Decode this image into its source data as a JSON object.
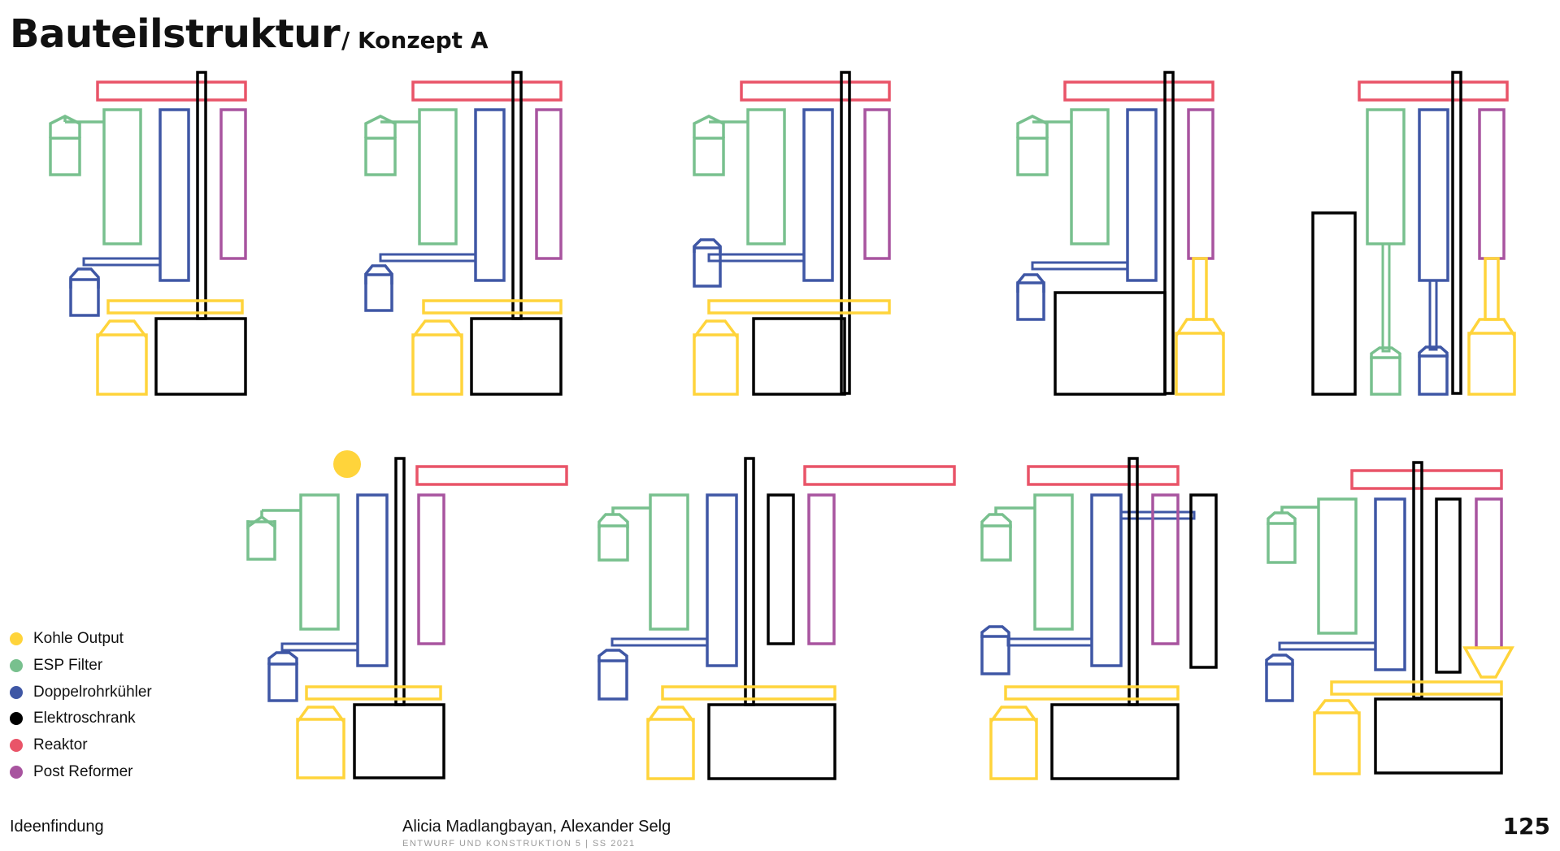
{
  "header": {
    "title": "Bauteilstruktur",
    "subtitle": "/ Konzept A"
  },
  "colors": {
    "kohle": "#FFD43B",
    "esp": "#78C08E",
    "doppelrohr": "#3F57A5",
    "elektro": "#000000",
    "reaktor": "#E95468",
    "postreformer": "#A8549F"
  },
  "legend": [
    {
      "label": "Kohle Output",
      "color": "#FFD43B"
    },
    {
      "label": "ESP Filter",
      "color": "#78C08E"
    },
    {
      "label": "Doppelrohrkühler",
      "color": "#3F57A5"
    },
    {
      "label": "Elektroschrank",
      "color": "#000000"
    },
    {
      "label": "Reaktor",
      "color": "#E95468"
    },
    {
      "label": "Post Reformer",
      "color": "#A8549F"
    }
  ],
  "footer": {
    "section": "Ideenfindung",
    "authors": "Alicia Madlangbayan, Alexander Selg",
    "course": "ENTWURF UND KONSTRUKTION 5 | SS 2021",
    "page": "125"
  }
}
